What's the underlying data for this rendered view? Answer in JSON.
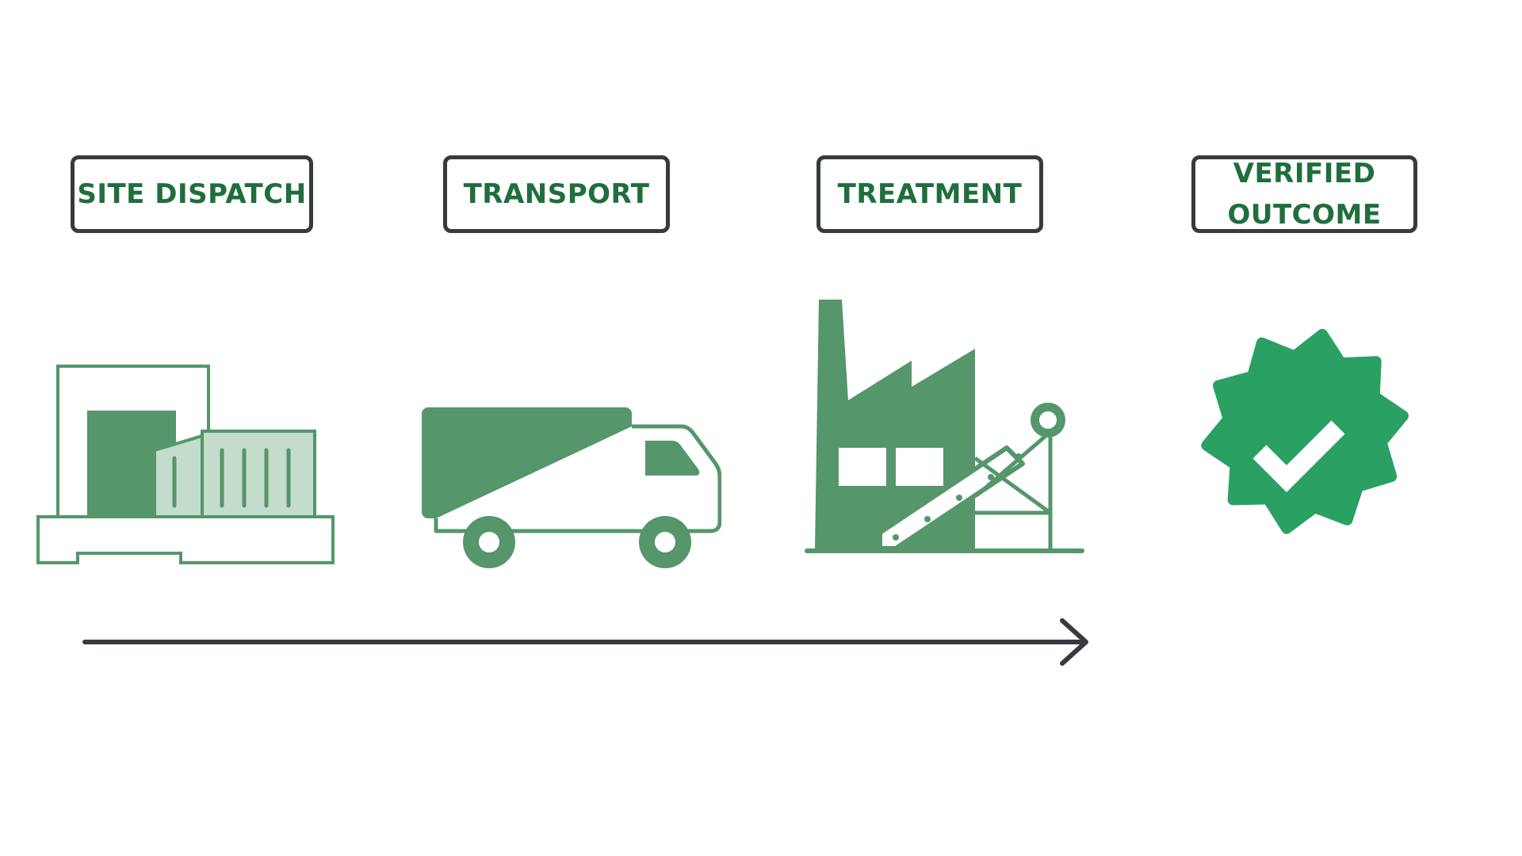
{
  "colors": {
    "label_text": "#1f6e3d",
    "label_border": "#373b40",
    "icon_green": "#55966b",
    "icon_light": "#c3dccb",
    "badge_green": "#2aa063",
    "arrow": "#373b40"
  },
  "stages": [
    {
      "label": "SITE DISPATCH",
      "icon": "pallet-containers-icon"
    },
    {
      "label": "TRANSPORT",
      "icon": "truck-icon"
    },
    {
      "label": "TREATMENT",
      "icon": "factory-conveyor-icon"
    },
    {
      "label": "VERIFIED\nOUTCOME",
      "icon": "verified-badge-icon"
    }
  ],
  "timeline": {
    "direction": "left-to-right",
    "icon": "arrow-right-icon"
  }
}
